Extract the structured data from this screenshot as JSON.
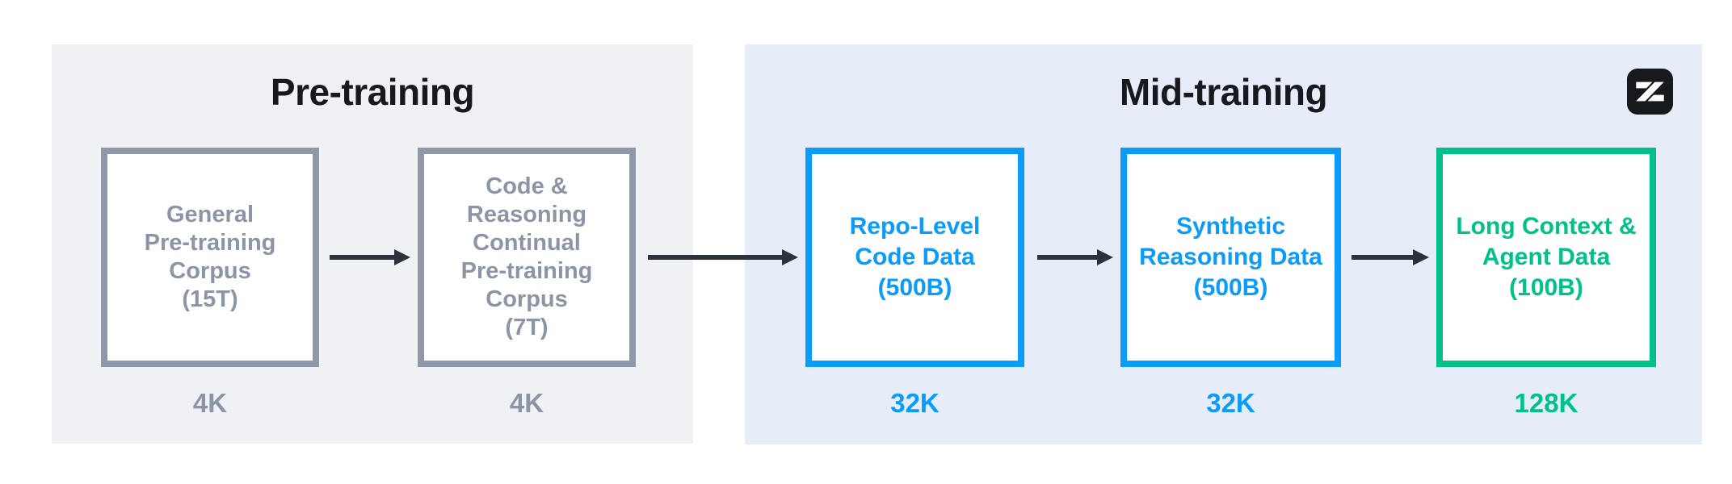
{
  "colors": {
    "canvas_bg": "#ffffff",
    "pretraining_panel_bg": "#f0f1f5",
    "midtraining_panel_bg": "#e7edf8",
    "gray": "#8b95a6",
    "gray_border": "#8e98a8",
    "blue": "#0a9bfb",
    "green": "#00c289",
    "title": "#17191e",
    "arrow": "#2b323c",
    "box_bg": "#ffffff",
    "logo_bg": "#17191c",
    "logo_fg": "#ffffff"
  },
  "panels": [
    {
      "title": "Pre-training",
      "boxes": [
        {
          "text": "General\nPre-training\nCorpus\n(15T)",
          "context_window": "4K"
        },
        {
          "text": "Code &\nReasoning\nContinual\nPre-training\nCorpus\n(7T)",
          "context_window": "4K"
        }
      ]
    },
    {
      "title": "Mid-training",
      "boxes": [
        {
          "text": "Repo-Level\nCode Data\n(500B)",
          "context_window": "32K"
        },
        {
          "text": "Synthetic\nReasoning Data\n(500B)",
          "context_window": "32K"
        },
        {
          "text": "Long Context &\nAgent Data\n(100B)",
          "context_window": "128K"
        }
      ]
    }
  ],
  "logo": {
    "glyph": "Z"
  }
}
